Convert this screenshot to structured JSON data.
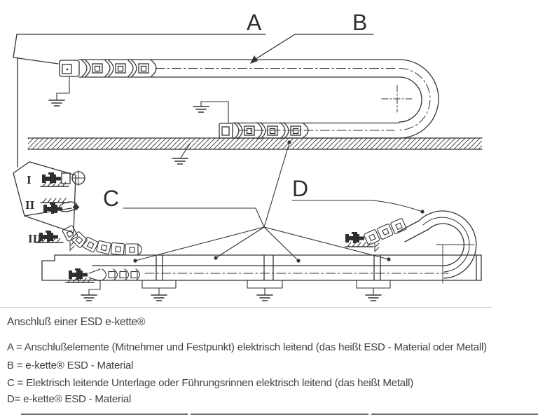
{
  "diagram": {
    "labels": {
      "a": "A",
      "b": "B",
      "c": "C",
      "d": "D"
    },
    "mount_variants": {
      "i": "I",
      "ii": "II",
      "iii": "III"
    },
    "colors": {
      "line": "#333333",
      "text": "#3f3f3f",
      "divider": "#cfcfcf",
      "footer_bar": "#6f6f6f"
    },
    "icons": [
      "ground-icon",
      "clamp-bolt-icon",
      "pivot-crosshair-icon",
      "center-mark-icon",
      "hatched-floor",
      "energy-chain",
      "guide-trough"
    ]
  },
  "caption": {
    "title": "Anschluß einer ESD e-kette®"
  },
  "legend": {
    "items": [
      {
        "key": "A",
        "text": "A = Anschlußelemente (Mitnehmer und Festpunkt) elektrisch leitend (das heißt ESD - Material oder Metall)"
      },
      {
        "key": "B",
        "text": "B = e-kette® ESD - Material"
      },
      {
        "key": "C",
        "text": "C = Elektrisch leitende Unterlage oder Führungsrinnen elektrisch leitend (das heißt Metall)"
      },
      {
        "key": "D",
        "text": "D= e-kette® ESD - Material"
      }
    ]
  }
}
